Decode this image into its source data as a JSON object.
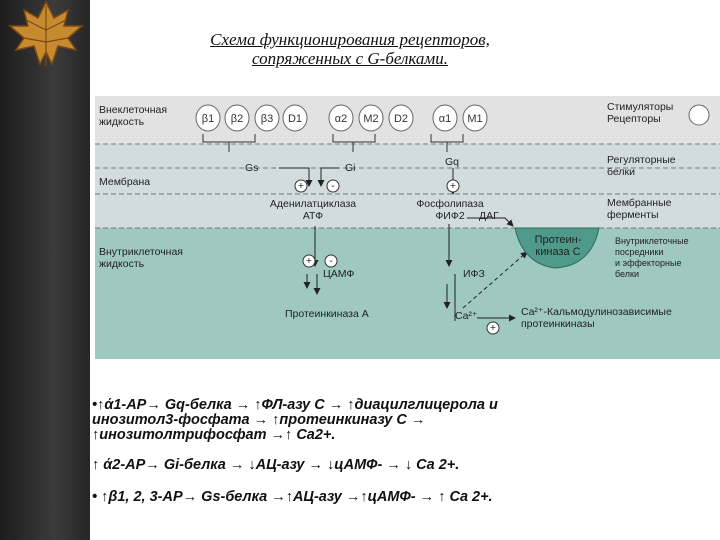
{
  "title": {
    "line1": "Схема функционирования рецепторов,",
    "line2": "сопряженных с G-белками."
  },
  "diagram": {
    "zones": {
      "extracellular": "Внеклеточная\nжидкость",
      "membrane": "Мембрана",
      "intracellular": "Внутриклеточная\nжидкость"
    },
    "receptors": [
      "β1",
      "β2",
      "β3",
      "D1",
      "α2",
      "M2",
      "D2",
      "α1",
      "M1"
    ],
    "right_labels": {
      "stimulators": "Стимуляторы\nРецепторы",
      "regulatory": "Регуляторные\nбелки",
      "membrane_enzymes": "Мембранные\nферменты",
      "intracellular_mediators": "Внутриклеточные\nпосредники\nи эффекторные\nбелки"
    },
    "proteins": {
      "gs": "Gs",
      "gi": "Gi",
      "gq": "Gq",
      "adenylate_cyclase": "Аденилатциклаза\nАТФ",
      "phospholipase": "Фосфолипаза\nФИФ2",
      "dag": "ДАГ",
      "protein_kinase_c": "Протеин-\nкиназа С",
      "camp": "ЦАМФ",
      "ip3": "ИФЗ",
      "protein_kinase_a": "Протеинкиназа А",
      "ca": "Ca²⁺",
      "calmodulin": "Ca²⁺-Кальмодулинозависимые\nпротеинкиназы"
    },
    "signs": {
      "plus": "+",
      "minus": "-"
    }
  },
  "bullets": [
    {
      "line1": "•↑ά1-АР→ Gq-белка → ↑ФЛ-азу С → ↑диацилглицерола и",
      "line2": "инозитол3-фосфата → ↑протеинкиназу С →",
      "line3": "↑инозитолтрифосфат →↑ Ca2+."
    },
    {
      "line1": "↑ ά2-АР→ Gi-белка → ↓АЦ-азу → ↓цАМФ- → ↓ Ca 2+."
    },
    {
      "line1": "• ↑β1, 2, 3-АР→ Gs-белка →↑АЦ-азу →↑цАМФ- → ↑  Ca 2+."
    }
  ],
  "colors": {
    "sidebar": "#2b2b2b",
    "extracellular": "#e2e2e2",
    "membrane": "#d2dcdc",
    "intracellular": "#9ec8c0",
    "pkc_fill": "#4f9a8a"
  }
}
